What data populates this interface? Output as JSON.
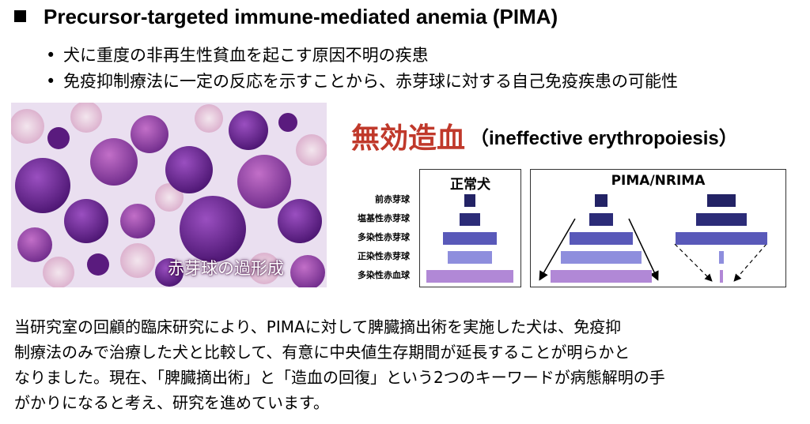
{
  "title": "Precursor-targeted immune-mediated anemia (PIMA)",
  "bullets": [
    "犬に重度の非再生性貧血を起こす原因不明の疾患",
    "免疫抑制療法に一定の反応を示すことから、赤芽球に対する自己免疫疾患の可能性"
  ],
  "photo_caption": "赤芽球の過形成",
  "ineffective": {
    "jp": "無効造血",
    "en": "（ineffective erythropoiesis）"
  },
  "stages": [
    "前赤芽球",
    "塩基性赤芽球",
    "多染性赤芽球",
    "正染性赤芽球",
    "多染性赤血球"
  ],
  "diagram": {
    "normal_title": "正常犬",
    "pima_title": "PIMA/NRIMA",
    "normal_widths": [
      0.13,
      0.24,
      0.62,
      0.51,
      1.0
    ],
    "pima_a_widths": [
      0.13,
      0.24,
      0.62,
      0.79,
      1.0
    ],
    "pima_b_widths": [
      0.28,
      0.5,
      0.9,
      0.04,
      0.02
    ]
  },
  "colors": {
    "accent_red": "#c0392b",
    "bars": [
      "#232365",
      "#2c2c78",
      "#5959b9",
      "#8e8edd",
      "#b188d6"
    ]
  },
  "paragraph": [
    "当研究室の回顧的臨床研究により、PIMAに対して脾臓摘出術を実施した犬は、免疫抑",
    "制療法のみで治療した犬と比較して、有意に中央値生存期間が延長することが明らかと",
    "なりました。現在、「脾臓摘出術」と「造血の回復」という2つのキーワードが病態解明の手",
    "がかりになると考え、研究を進めています。"
  ]
}
